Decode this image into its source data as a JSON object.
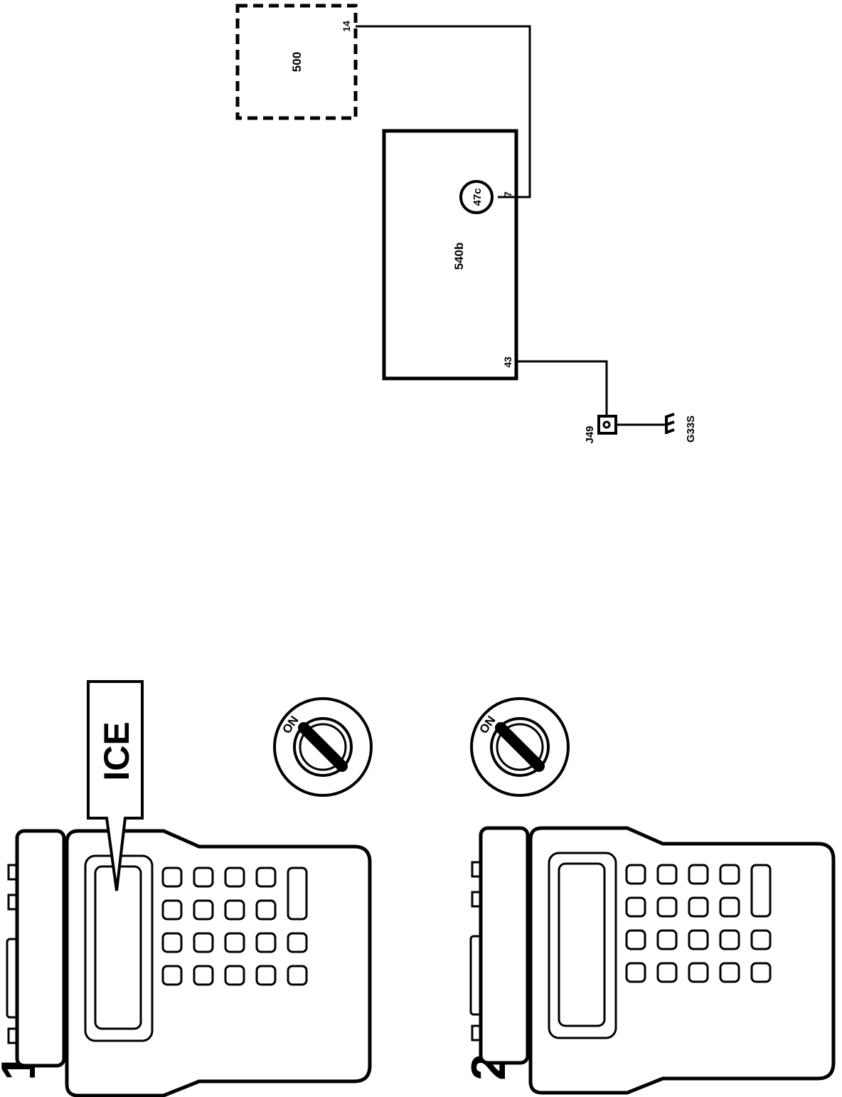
{
  "schematic": {
    "module_500": {
      "label": "500",
      "pin": "14"
    },
    "module_540b": {
      "label": "540b",
      "pin_top": "7",
      "pin_bottom": "43"
    },
    "connector": {
      "label": "47c"
    },
    "junction": {
      "label": "J49"
    },
    "ground": {
      "label": "G33S"
    }
  },
  "steps": [
    {
      "number": "1",
      "display_callout": "ICE",
      "ignition_label": "ON"
    },
    {
      "number": "2",
      "ignition_label": "ON"
    }
  ],
  "colors": {
    "ink": "#000000",
    "paper": "#ffffff"
  }
}
